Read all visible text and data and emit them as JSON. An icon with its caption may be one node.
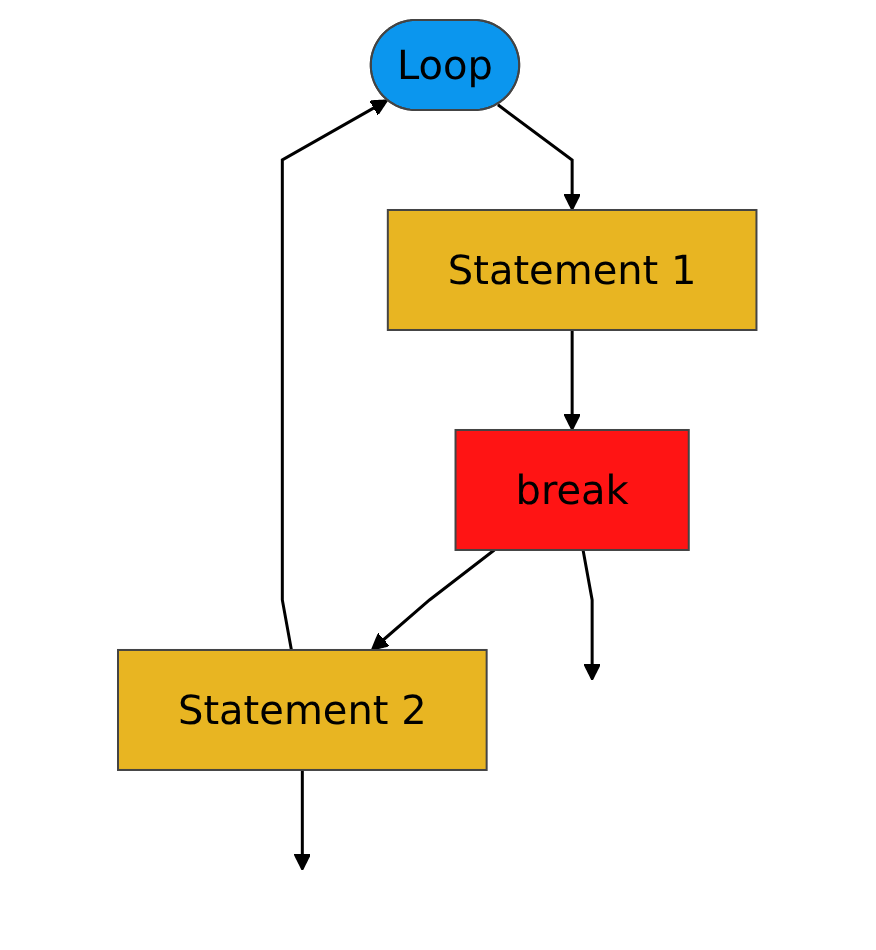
{
  "diagram": {
    "nodes": [
      {
        "text": [
          "Loop"
        ]
      },
      {
        "text": [
          "Statement 1"
        ]
      },
      {
        "text": [
          "break"
        ]
      },
      {
        "text": [
          "Statement 2"
        ]
      }
    ],
    "edges": [
      {
        "from": 0,
        "to": 1,
        "arrow": "to"
      },
      {
        "from": 1,
        "to": 2,
        "arrow": "to"
      },
      {
        "from": 2,
        "to": 3,
        "arrow": "to"
      },
      {
        "from": 3,
        "to": 0,
        "arrow": "to"
      },
      {
        "from": 3,
        "to": null,
        "arrow": "to"
      },
      {
        "from": 2,
        "to": null,
        "arrow": "to"
      }
    ]
  }
}
